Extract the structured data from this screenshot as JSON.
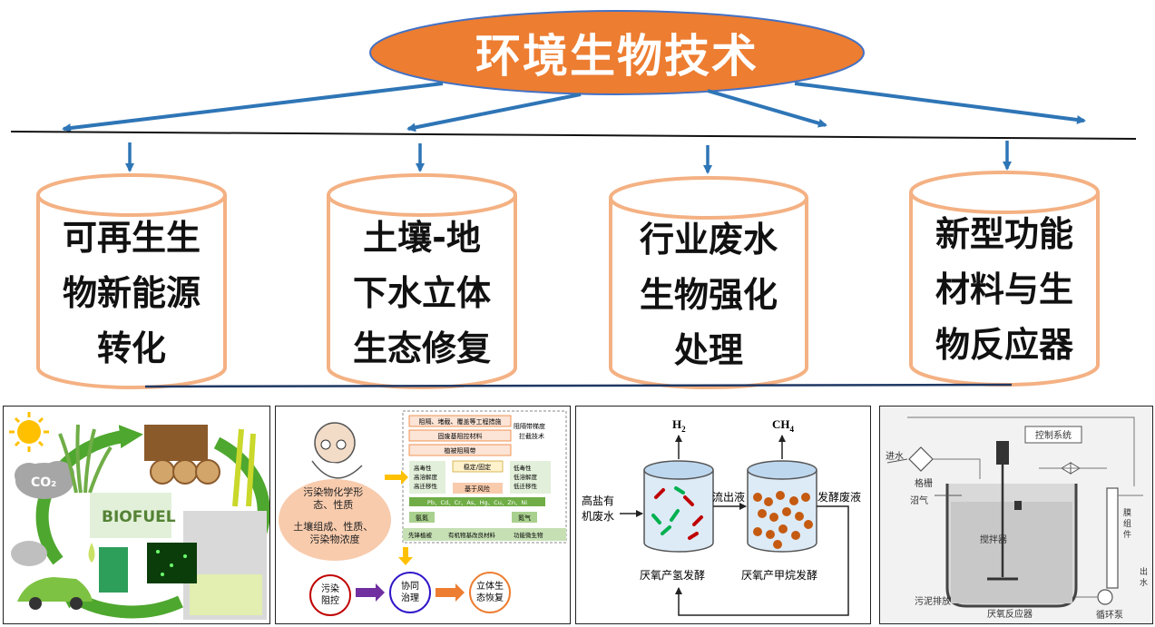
{
  "title": "环境生物技术",
  "branches": [
    {
      "label": "可再生生\n物新能源\n转化"
    },
    {
      "label": "土壤-地\n下水立体\n生态修复"
    },
    {
      "label": "行业废水\n生物强化\n处理"
    },
    {
      "label": "新型功能\n材料与生\n物反应器"
    }
  ],
  "panel1": {
    "co2": "CO₂",
    "biofuel": "BIOFUEL"
  },
  "panel2": {
    "boxes": [
      "阻隔、堵截、覆盖等工程措施",
      "固废基阻控材料",
      "植被阻隔带"
    ],
    "side_note": "阻隔带梯度\n拦截技术",
    "left_props": [
      "高毒性",
      "高溶解度",
      "高迁移性"
    ],
    "mid_top": "稳定/固定",
    "mid_bottom": "基于风险",
    "right_props": [
      "低毒性",
      "低溶解度",
      "低迁移性"
    ],
    "metals": "Pb、Cd、Cr、As、Hg、Cu、Zn、Ni",
    "nh": "氨氮",
    "n2": "氮气",
    "bottom_bar": [
      "先锋植被",
      "有机物基改良材料",
      "功能微生物"
    ],
    "ellipse_lines": [
      "污染物化学形",
      "态、性质",
      "土壤组成、性质、",
      "污染物浓度"
    ],
    "circles": [
      "污染\n阻控",
      "协同\n治理",
      "立体生\n态修复"
    ]
  },
  "panel3": {
    "h2": "H",
    "h2_sub": "2",
    "ch4": "CH",
    "ch4_sub": "4",
    "input": "高盐有\n机废水",
    "mid": "流出液",
    "out": "发酵废液",
    "label1": "厌氧产氢发酵",
    "label2": "厌氧产甲烷发酵"
  },
  "panel4": {
    "inlet": "进水",
    "grid": "格栅",
    "control": "控制系统",
    "biogas": "沼气",
    "stirrer": "搅拌器",
    "membrane": "膜组件",
    "outlet": "出水",
    "sludge": "污泥排放",
    "reactor": "厌氧反应器",
    "pump": "循环泵"
  },
  "colors": {
    "title_fill": "#ED7D31",
    "cylinder_stroke": "#F4B183",
    "arrow": "#2E75B6",
    "green_loop": "#4EA72E"
  }
}
